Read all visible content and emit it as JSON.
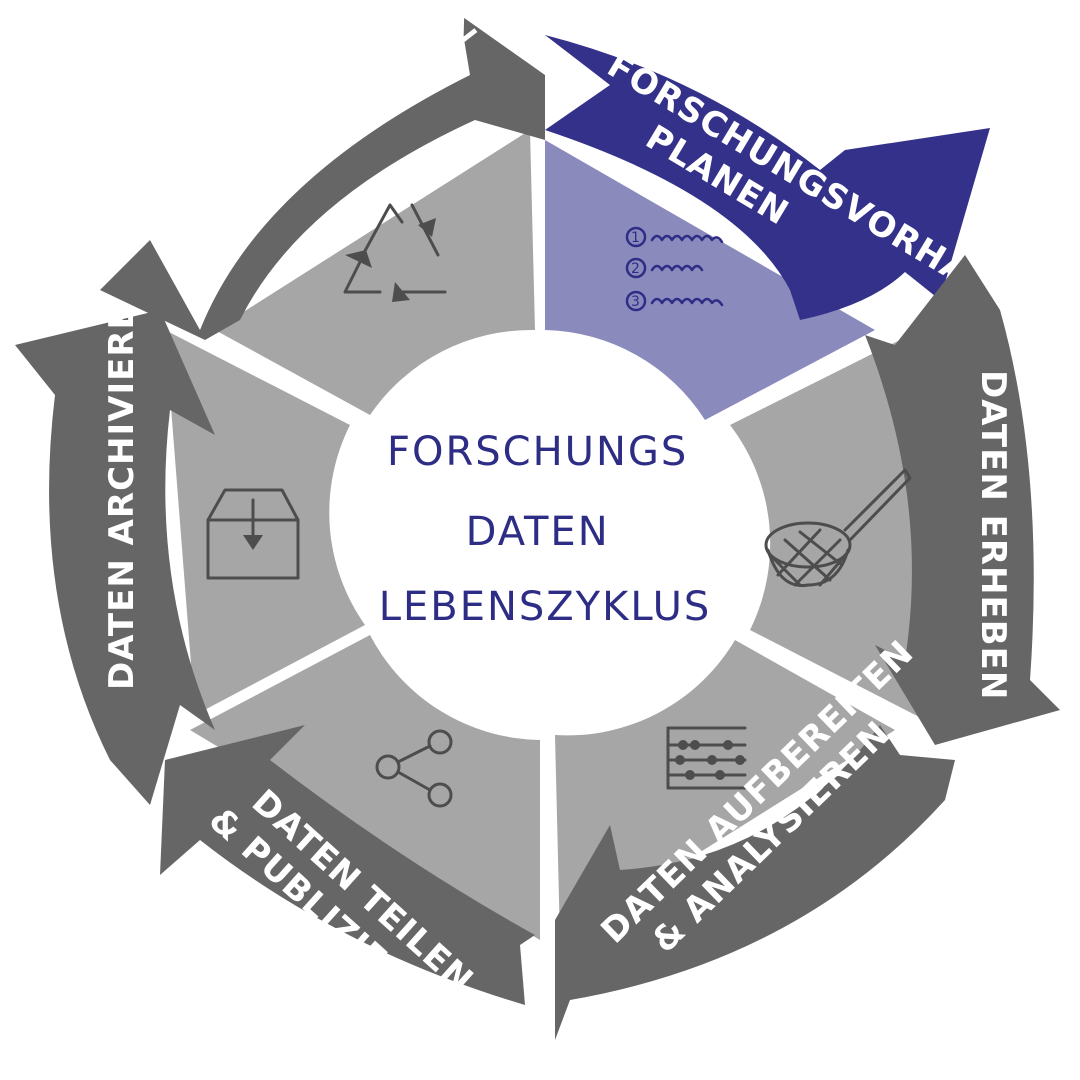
{
  "diagram": {
    "center": {
      "lines": [
        "FORSCHUNGS",
        "DATEN",
        "LEBENSZYKLUS"
      ]
    },
    "stages": [
      {
        "id": "planen",
        "lines": [
          "FORSCHUNGSVORHABEN",
          "PLANEN"
        ],
        "icon": "numbered-list-icon",
        "highlight": true
      },
      {
        "id": "erheben",
        "lines": [
          "DATEN ERHEBEN"
        ],
        "icon": "net-icon",
        "highlight": false
      },
      {
        "id": "aufbereiten",
        "lines": [
          "DATEN AUFBEREITEN",
          "& ANALYSIEREN"
        ],
        "icon": "abacus-icon",
        "highlight": false
      },
      {
        "id": "teilen",
        "lines": [
          "DATEN TEILEN",
          "& PUBLIZIEREN"
        ],
        "icon": "share-icon",
        "highlight": false
      },
      {
        "id": "archivieren",
        "lines": [
          "DATEN ARCHIVIEREN"
        ],
        "icon": "archive-box-icon",
        "highlight": false
      },
      {
        "id": "nachnutzen",
        "lines": [
          "DATEN NACHNUTZEN"
        ],
        "icon": "recycle-icon",
        "highlight": false
      }
    ],
    "list_numbers": [
      "1",
      "2",
      "3"
    ],
    "colors": {
      "highlight_arrow": "#33318a",
      "highlight_segment": "#8b8abd",
      "arrow": "#666666",
      "segment": "#a6a6a6",
      "center_text": "#2e2d85",
      "background": "#ffffff"
    }
  }
}
